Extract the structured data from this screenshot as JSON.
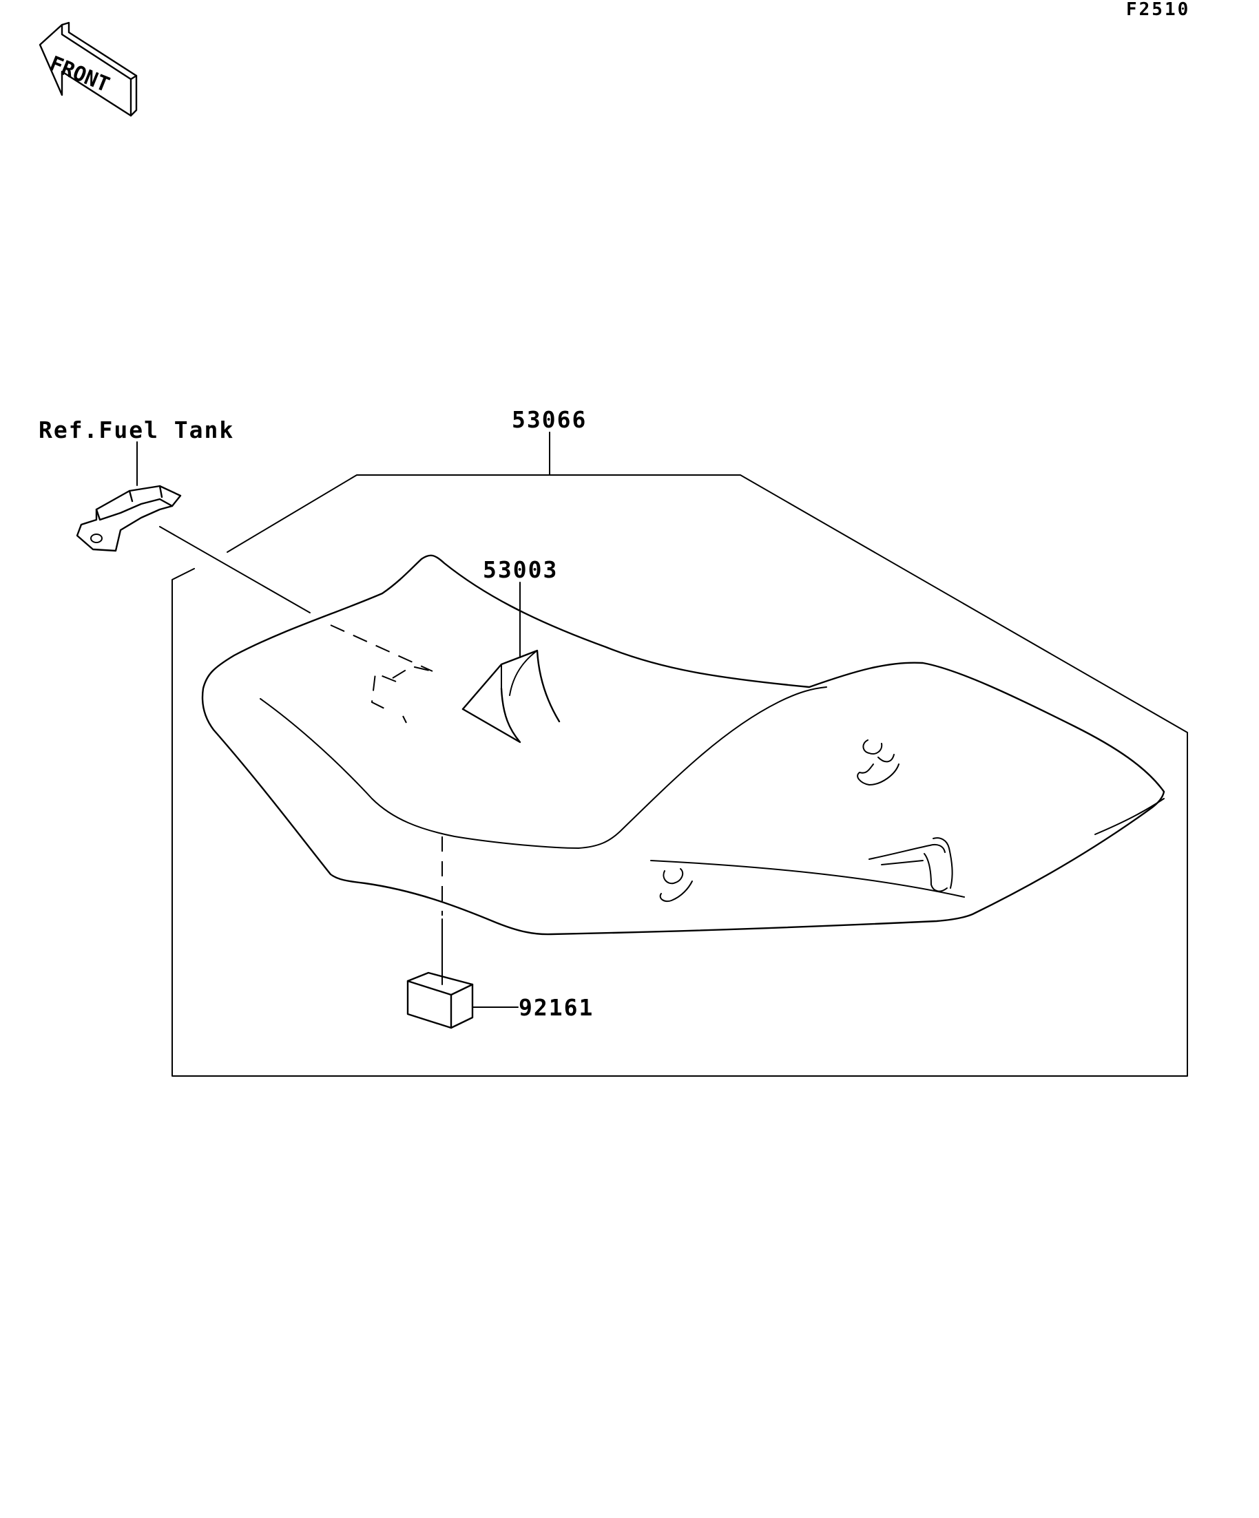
{
  "figure_code": "F2510",
  "front_arrow": {
    "label": "FRONT",
    "icon": "front-direction-arrow-icon"
  },
  "callouts": {
    "seat_assembly": "53066",
    "seat_cover": "53003",
    "damper": "92161",
    "reference": "Ref.Fuel Tank"
  },
  "icons": {
    "bracket": "fuel-tank-bracket-icon",
    "damper": "rubber-damper-icon",
    "seat": "seat-icon"
  },
  "colors": {
    "line": "#000000",
    "background": "#ffffff"
  }
}
